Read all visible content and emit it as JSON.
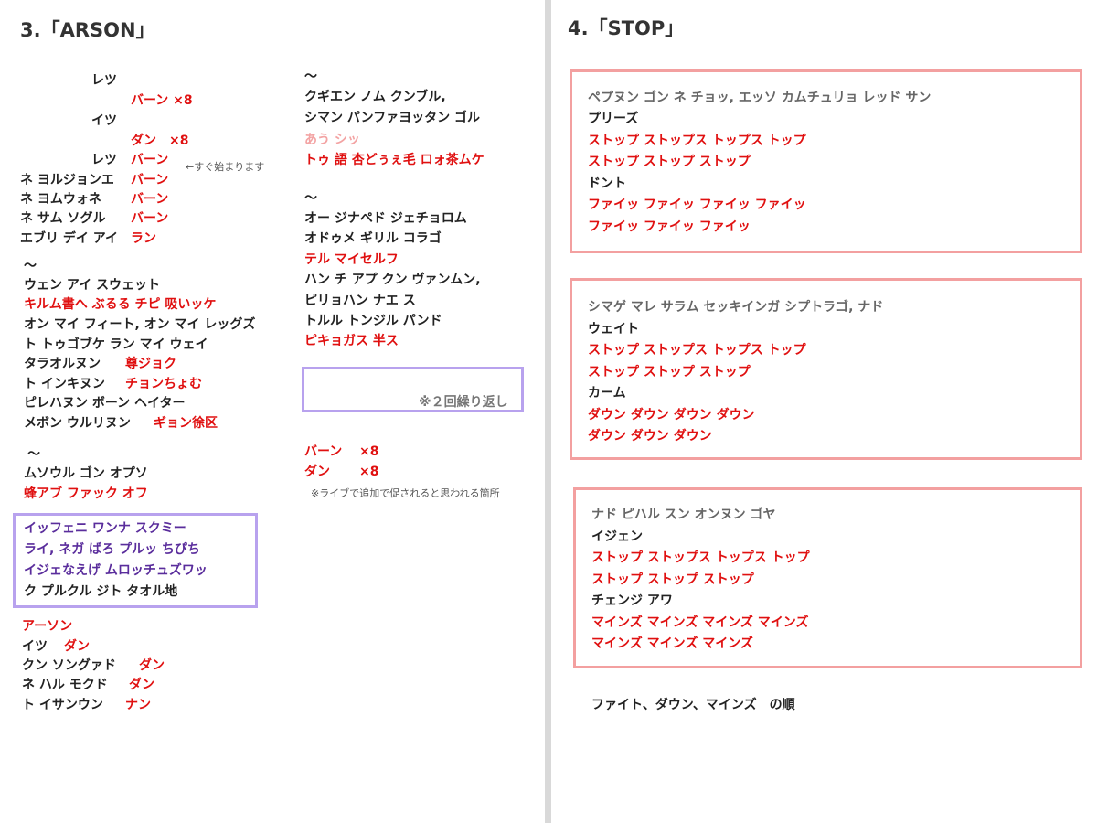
{
  "left": {
    "title": "3.「ARSON」",
    "lines": [
      {
        "text": "レツ",
        "color": "k"
      },
      {
        "text": "バーン ×8",
        "color": "r"
      },
      {
        "text": "イツ",
        "color": "k"
      },
      {
        "text": "ダン　×8",
        "color": "r"
      },
      {
        "a": "レツ",
        "b": "バーン",
        "note": "←すぐ始まります"
      },
      {
        "a": "ネ ヨルジョンエ",
        "b": "バーン"
      },
      {
        "a": "ネ ヨムウォネ",
        "b": "バーン"
      },
      {
        "a": "ネ サム ソグル",
        "b": "バーン"
      },
      {
        "a": "エブリ デイ アイ",
        "b": "ラン"
      },
      {
        "text": "～",
        "color": "k"
      },
      {
        "text": "ウェン アイ スウェット",
        "color": "k"
      },
      {
        "text": "キルム書へ ぶるる チピ 吸いッケ",
        "color": "r"
      },
      {
        "text": "オン マイ フィート, オン マイ レッグズ",
        "color": "k"
      },
      {
        "text": "ト トゥゴブケ ラン マイ ウェイ",
        "color": "k"
      },
      {
        "a": "タラオルヌン",
        "b": "尊ジョク"
      },
      {
        "a": "ト インキヌン",
        "b": "チョンちょむ"
      },
      {
        "text": "ピレハヌン ボーン ヘイター",
        "color": "k"
      },
      {
        "a": "メボン ウルリヌン",
        "b": "ギョン徐区"
      },
      {
        "text": "～",
        "color": "k"
      },
      {
        "text": "ムソウル ゴン オプソ",
        "color": "k"
      },
      {
        "text": "蜂アブ ファック オフ",
        "color": "r"
      },
      {
        "text": "イッフェニ ワンナ スクミー",
        "color": "v"
      },
      {
        "text": "ライ, ネガ ばろ プルッ ちぴち",
        "color": "v"
      },
      {
        "text": "イジェなえげ ムロッチュズワッ",
        "color": "v"
      },
      {
        "text": "ク プルクル ジト タオル地",
        "color": "k"
      },
      {
        "text": "アーソン",
        "color": "r"
      },
      {
        "a": "イツ",
        "b": "ダン"
      },
      {
        "a": "クン ソングァド",
        "b": "ダン"
      },
      {
        "a": "ネ ハル モクド",
        "b": "ダン"
      },
      {
        "a": "ト イサンウン",
        "b": "ナン"
      }
    ]
  },
  "middle": {
    "lines": [
      {
        "text": "～",
        "color": "k"
      },
      {
        "text": "クギエン ノム クンブル,",
        "color": "k"
      },
      {
        "text": "シマン パンファヨッタン ゴル",
        "color": "k"
      },
      {
        "text": "あう シッ",
        "color": "p"
      },
      {
        "text": "トゥ 語 杏どぅぇ毛 ロォ茶ムケ",
        "color": "r"
      },
      {
        "text": "～",
        "color": "k"
      },
      {
        "text": "オー ジナペド ジェチョロム",
        "color": "k"
      },
      {
        "text": "オドゥメ ギリル コラゴ",
        "color": "k"
      },
      {
        "text": "テル マイセルフ",
        "color": "r"
      },
      {
        "text": "ハン チ アプ クン ヴァンムン,",
        "color": "k"
      },
      {
        "text": "ピリョハン ナエ ス",
        "color": "k"
      },
      {
        "text": "トルル トンジル パンド",
        "color": "k"
      },
      {
        "text": "ピキョガス 半ス",
        "color": "r"
      }
    ],
    "repeat_note": "※２回繰り返し",
    "extra": [
      {
        "a": "バーン",
        "b": "×8"
      },
      {
        "a": "ダン",
        "b": "×8"
      }
    ],
    "extra_note": "※ライブで追加で促されると思われる箇所"
  },
  "right": {
    "title": "4.「STOP」",
    "box1": [
      {
        "text": "ペプヌン ゴン ネ チョッ, エッソ カムチュリョ レッド サン",
        "color": "g"
      },
      {
        "text": "プリーズ",
        "color": "k"
      },
      {
        "text": "ストップ ストップス トップス トップ",
        "color": "r"
      },
      {
        "text": "ストップ ストップ ストップ",
        "color": "r"
      },
      {
        "text": "ドント",
        "color": "k"
      },
      {
        "text": "ファイッ ファイッ ファイッ ファイッ",
        "color": "r"
      },
      {
        "text": "ファイッ ファイッ ファイッ",
        "color": "r"
      }
    ],
    "box2": [
      {
        "text": "シマゲ マレ サラム セッキインガ シプトラゴ, ナド",
        "color": "g"
      },
      {
        "text": "ウェイト",
        "color": "k"
      },
      {
        "text": "ストップ ストップス トップス トップ",
        "color": "r"
      },
      {
        "text": "ストップ ストップ ストップ",
        "color": "r"
      },
      {
        "text": "カーム",
        "color": "k"
      },
      {
        "text": "ダウン ダウン ダウン ダウン",
        "color": "r"
      },
      {
        "text": "ダウン ダウン ダウン",
        "color": "r"
      }
    ],
    "box3": [
      {
        "text": "ナド ピハル スン オンヌン ゴヤ",
        "color": "g"
      },
      {
        "text": "イジェン",
        "color": "k"
      },
      {
        "text": "ストップ ストップス トップス トップ",
        "color": "r"
      },
      {
        "text": "ストップ ストップ ストップ",
        "color": "r"
      },
      {
        "text": "チェンジ アワ",
        "color": "k"
      },
      {
        "text": "マインズ マインズ マインズ マインズ",
        "color": "r"
      },
      {
        "text": "マインズ マインズ マインズ",
        "color": "r"
      }
    ],
    "footer": "ファイト、ダウン、マインズ　の順"
  }
}
